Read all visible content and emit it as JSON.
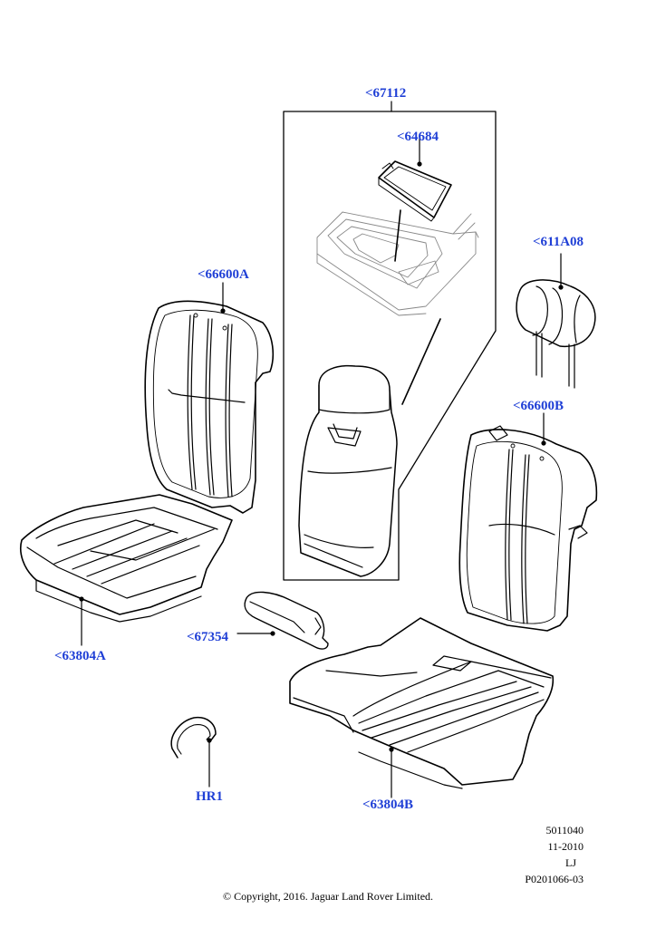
{
  "callouts": {
    "c67112": "<67112",
    "c64684": "<64684",
    "c611A08": "<611A08",
    "c66600A": "<66600A",
    "c66600B": "<66600B",
    "c67354": "<67354",
    "c63804A": "<63804A",
    "c63804B": "<63804B",
    "cHR1": "HR1"
  },
  "meta": {
    "code": "5011040",
    "date": "11-2010",
    "initials": "LJ",
    "ref": "P0201066-03"
  },
  "copyright": "© Copyright, 2016. Jaguar Land Rover Limited.",
  "colors": {
    "callout": "#1f3fd6",
    "line": "#000000"
  }
}
